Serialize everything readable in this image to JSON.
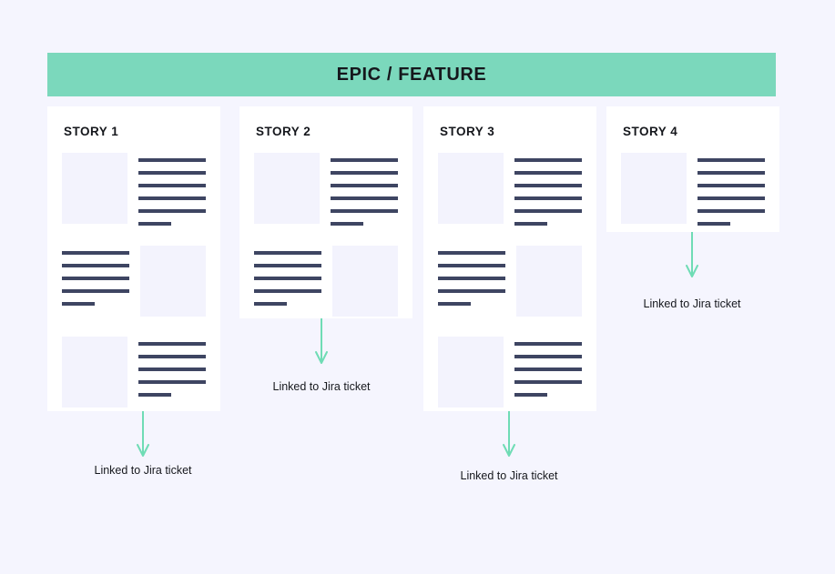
{
  "banner": {
    "title": "EPIC / FEATURE",
    "color": "#7bd8bc"
  },
  "colors": {
    "page_background": "#f5f5fe",
    "card_background": "#ffffff",
    "placeholder_block": "#f3f3fd",
    "text_line": "#3e4562",
    "arrow": "#6fdcb5",
    "title_text": "#15171c"
  },
  "stories": [
    {
      "title": "STORY 1",
      "rows": [
        {
          "layout": "image-left",
          "lines": 6
        },
        {
          "layout": "image-right",
          "lines": 5
        },
        {
          "layout": "image-left",
          "lines": 5
        }
      ],
      "caption": "Linked to Jira ticket"
    },
    {
      "title": "STORY 2",
      "rows": [
        {
          "layout": "image-left",
          "lines": 6
        },
        {
          "layout": "image-right",
          "lines": 5
        }
      ],
      "caption": "Linked to Jira ticket"
    },
    {
      "title": "STORY 3",
      "rows": [
        {
          "layout": "image-left",
          "lines": 6
        },
        {
          "layout": "image-right",
          "lines": 5
        },
        {
          "layout": "image-left",
          "lines": 5
        }
      ],
      "caption": "Linked to Jira ticket"
    },
    {
      "title": "STORY 4",
      "rows": [
        {
          "layout": "image-left",
          "lines": 6
        }
      ],
      "caption": "Linked to Jira ticket"
    }
  ]
}
